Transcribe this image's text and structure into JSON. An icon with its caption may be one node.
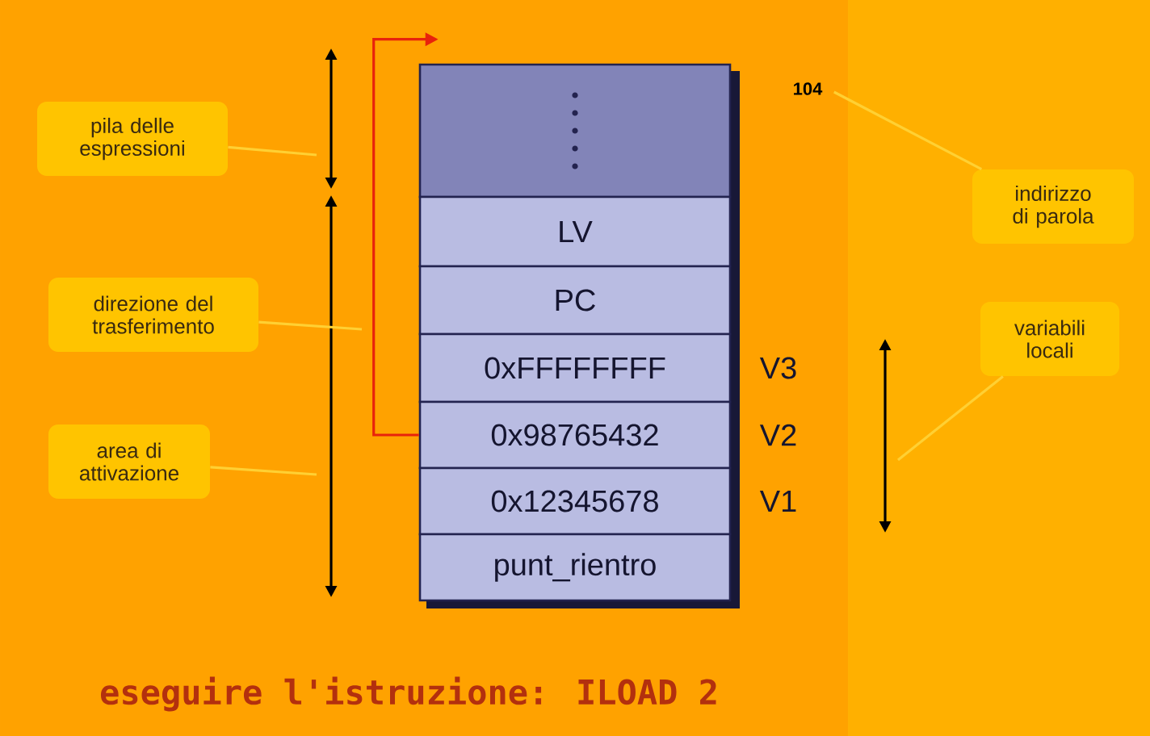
{
  "diagram": {
    "title": "eseguire l'istruzione: ILOAD 2",
    "nodes": [
      {
        "text": [],
        "shape": "box"
      },
      {
        "text": [
          "LV"
        ]
      },
      {
        "text": [
          "PC"
        ]
      },
      {
        "text": [
          "0xFFFFFFFF"
        ],
        "beside": [
          "V3"
        ]
      },
      {
        "text": [
          "0x98765432"
        ],
        "beside": [
          "V2"
        ]
      },
      {
        "text": [
          "0x12345678"
        ],
        "beside": [
          "V1"
        ]
      },
      {
        "text": [
          "punt_rientro"
        ]
      },
      {
        "text": [
          "pila delle espressioni"
        ]
      },
      {
        "text": [
          "direzione del trasferimento"
        ]
      },
      {
        "text": [
          "area di attivazione"
        ]
      },
      {
        "text": [
          "indirizzo di parola"
        ]
      },
      {
        "text": [
          "variabili locali"
        ]
      },
      {
        "text": [
          "104"
        ]
      }
    ],
    "edges": [
      {
        "from": 4,
        "to": 0,
        "arrow": "to",
        "color": "#e8220c"
      },
      {
        "from": 7,
        "to": null,
        "arrow": "none"
      },
      {
        "from": 8,
        "to": null,
        "arrow": "none"
      },
      {
        "from": 9,
        "to": null,
        "arrow": "none"
      },
      {
        "from": 10,
        "to": 12,
        "arrow": "none"
      },
      {
        "from": 11,
        "to": null,
        "arrow": "none"
      }
    ]
  }
}
